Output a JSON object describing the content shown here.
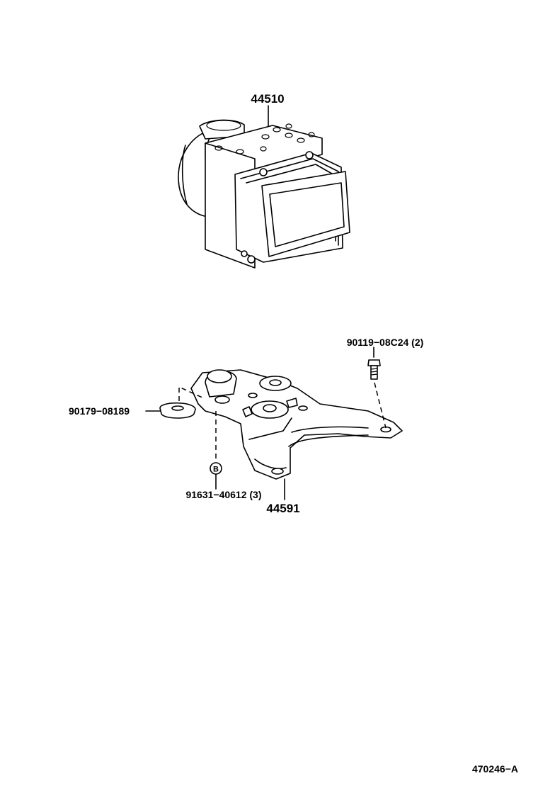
{
  "parts": {
    "hydraulic_unit": "44510",
    "bracket": "44591",
    "bolt": "90119−08C24 (2)",
    "cushion": "90179−08189",
    "bolt_b": "91631−40612 (3)",
    "bolt_b_marker": "B"
  },
  "figure_id": "470246−A"
}
